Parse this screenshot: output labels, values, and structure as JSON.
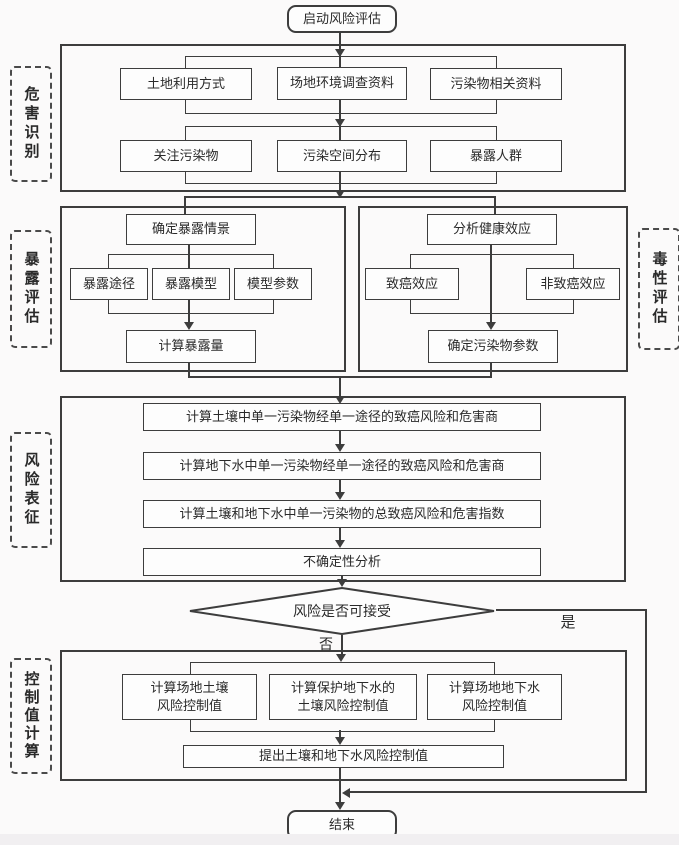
{
  "colors": {
    "line": "#3d3d3d",
    "text": "#2a2a2a",
    "background": "#fbfafa",
    "node_fill": "#fdfdfd",
    "footer_strip": "#f1eff1"
  },
  "flow": {
    "start": {
      "label": "启动风险评估"
    },
    "hazard": {
      "side_label": "危害识别",
      "row1": [
        "土地利用方式",
        "场地环境调查资料",
        "污染物相关资料"
      ],
      "row2": [
        "关注污染物",
        "污染空间分布",
        "暴露人群"
      ]
    },
    "exposure": {
      "side_label": "暴露评估",
      "top": "确定暴露情景",
      "items": [
        "暴露途径",
        "暴露模型",
        "模型参数"
      ],
      "bottom": "计算暴露量"
    },
    "toxicity": {
      "side_label": "毒性评估",
      "top": "分析健康效应",
      "items": [
        "致癌效应",
        "非致癌效应"
      ],
      "bottom": "确定污染物参数"
    },
    "risk": {
      "side_label": "风险表征",
      "rows": [
        "计算土壤中单一污染物经单一途径的致癌风险和危害商",
        "计算地下水中单一污染物经单一途径的致癌风险和危害商",
        "计算土壤和地下水中单一污染物的总致癌风险和危害指数",
        "不确定性分析"
      ]
    },
    "decision": {
      "label": "风险是否可接受",
      "yes": "是",
      "no": "否"
    },
    "control": {
      "side_label": "控制值计算",
      "boxes": [
        {
          "line1": "计算场地土壤",
          "line2": "风险控制值"
        },
        {
          "line1": "计算保护地下水的",
          "line2": "土壤风险控制值"
        },
        {
          "line1": "计算场地地下水",
          "line2": "风险控制值"
        }
      ],
      "summary": "提出土壤和地下水风险控制值"
    },
    "end": {
      "label": "结束"
    }
  }
}
